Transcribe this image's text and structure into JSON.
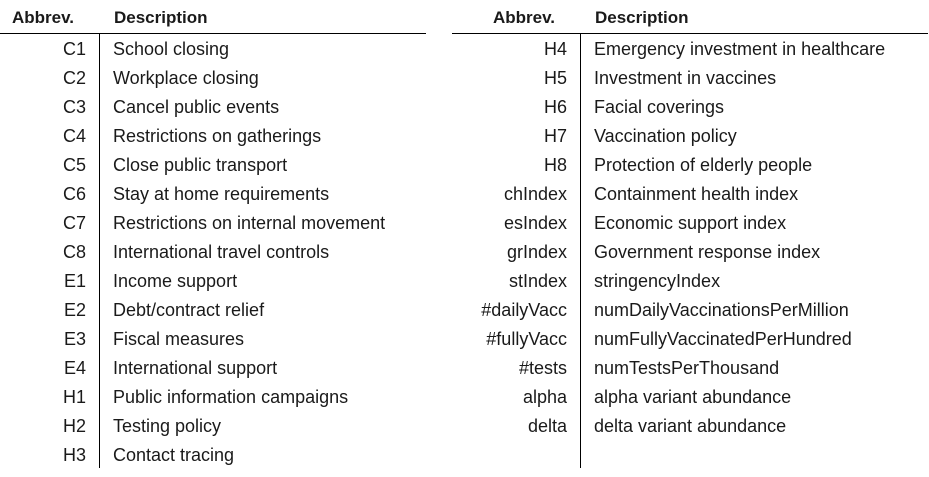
{
  "headers": {
    "abbrev": "Abbrev.",
    "description": "Description"
  },
  "left_rows": [
    {
      "abbr": "C1",
      "desc": "School closing"
    },
    {
      "abbr": "C2",
      "desc": "Workplace closing"
    },
    {
      "abbr": "C3",
      "desc": "Cancel public events"
    },
    {
      "abbr": "C4",
      "desc": "Restrictions on gatherings"
    },
    {
      "abbr": "C5",
      "desc": "Close public transport"
    },
    {
      "abbr": "C6",
      "desc": "Stay at home requirements"
    },
    {
      "abbr": "C7",
      "desc": "Restrictions on internal movement"
    },
    {
      "abbr": "C8",
      "desc": "International travel controls"
    },
    {
      "abbr": "E1",
      "desc": "Income support"
    },
    {
      "abbr": "E2",
      "desc": "Debt/contract relief"
    },
    {
      "abbr": "E3",
      "desc": "Fiscal measures"
    },
    {
      "abbr": "E4",
      "desc": "International support"
    },
    {
      "abbr": "H1",
      "desc": "Public information campaigns"
    },
    {
      "abbr": "H2",
      "desc": "Testing policy"
    },
    {
      "abbr": "H3",
      "desc": "Contact tracing"
    }
  ],
  "right_rows": [
    {
      "abbr": "H4",
      "desc": "Emergency investment in healthcare"
    },
    {
      "abbr": "H5",
      "desc": "Investment in vaccines"
    },
    {
      "abbr": "H6",
      "desc": "Facial coverings"
    },
    {
      "abbr": "H7",
      "desc": "Vaccination policy"
    },
    {
      "abbr": "H8",
      "desc": "Protection of elderly people"
    },
    {
      "abbr": "chIndex",
      "desc": "Containment health index"
    },
    {
      "abbr": "esIndex",
      "desc": "Economic support index"
    },
    {
      "abbr": "grIndex",
      "desc": "Government response index"
    },
    {
      "abbr": "stIndex",
      "desc": "stringencyIndex"
    },
    {
      "abbr": "#dailyVacc",
      "desc": "numDailyVaccinationsPerMillion"
    },
    {
      "abbr": "#fullyVacc",
      "desc": "numFullyVaccinatedPerHundred"
    },
    {
      "abbr": "#tests",
      "desc": "numTestsPerThousand"
    },
    {
      "abbr": "alpha",
      "desc": "alpha variant abundance"
    },
    {
      "abbr": "delta",
      "desc": "delta variant abundance"
    }
  ]
}
